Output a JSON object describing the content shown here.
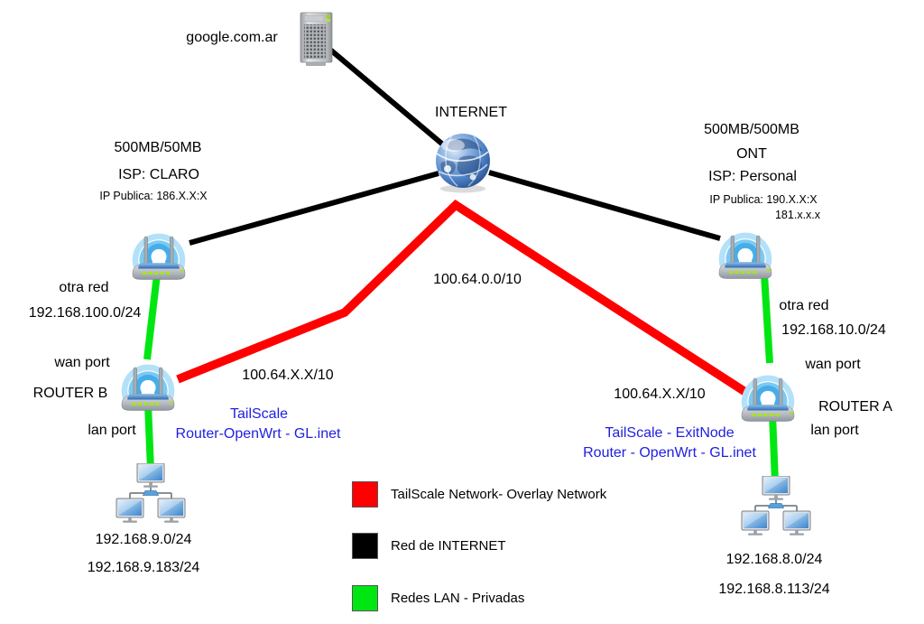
{
  "colors": {
    "tailscale_red": "#FF0000",
    "internet_black": "#000000",
    "lan_green": "#00E613",
    "label_blue": "#1F1FE0"
  },
  "icons": {
    "server-icon": "tower-server",
    "globe-icon": "internet-globe",
    "wireless-router-icon": "wifi-router-with-antennas",
    "computers-icon": "lan-computer-group"
  },
  "nodes": {
    "server": "google.com.ar",
    "internet": "INTERNET",
    "router_b": "ROUTER B",
    "router_a": "ROUTER A"
  },
  "left": {
    "speed": "500MB/50MB",
    "isp": "ISP: CLARO",
    "public_ip": "IP Publica: 186.X.X:X",
    "otra_red": "otra red",
    "otra_red_subnet": "192.168.100.0/24",
    "wan_port": "wan port",
    "lan_port": "lan port",
    "tailscale_ip": "100.64.X.X/10",
    "tailscale_line1": "TailScale",
    "tailscale_line2": "Router-OpenWrt - GL.inet",
    "lan_subnet": "192.168.9.0/24",
    "lan_host": "192.168.9.183/24"
  },
  "right": {
    "speed": "500MB/500MB",
    "ont": "ONT",
    "isp": "ISP: Personal",
    "public_ip": "IP Publica: 190.X.X:X",
    "public_ip2": "181.x.x.x",
    "otra_red": "otra red",
    "otra_red_subnet": "192.168.10.0/24",
    "wan_port": "wan port",
    "lan_port": "lan port",
    "tailscale_ip": "100.64.X.X/10",
    "tailscale_line1": "TailScale - ExitNode",
    "tailscale_line2": "Router - OpenWrt - GL.inet",
    "lan_subnet": "192.168.8.0/24",
    "lan_host": "192.168.8.113/24"
  },
  "center": {
    "tailscale_subnet": "100.64.0.0/10"
  },
  "legend": {
    "items": [
      {
        "label": "TailScale Network- Overlay Network",
        "color": "#FF0000"
      },
      {
        "label": "Red de INTERNET",
        "color": "#000000"
      },
      {
        "label": "Redes LAN - Privadas",
        "color": "#00E613"
      }
    ]
  }
}
